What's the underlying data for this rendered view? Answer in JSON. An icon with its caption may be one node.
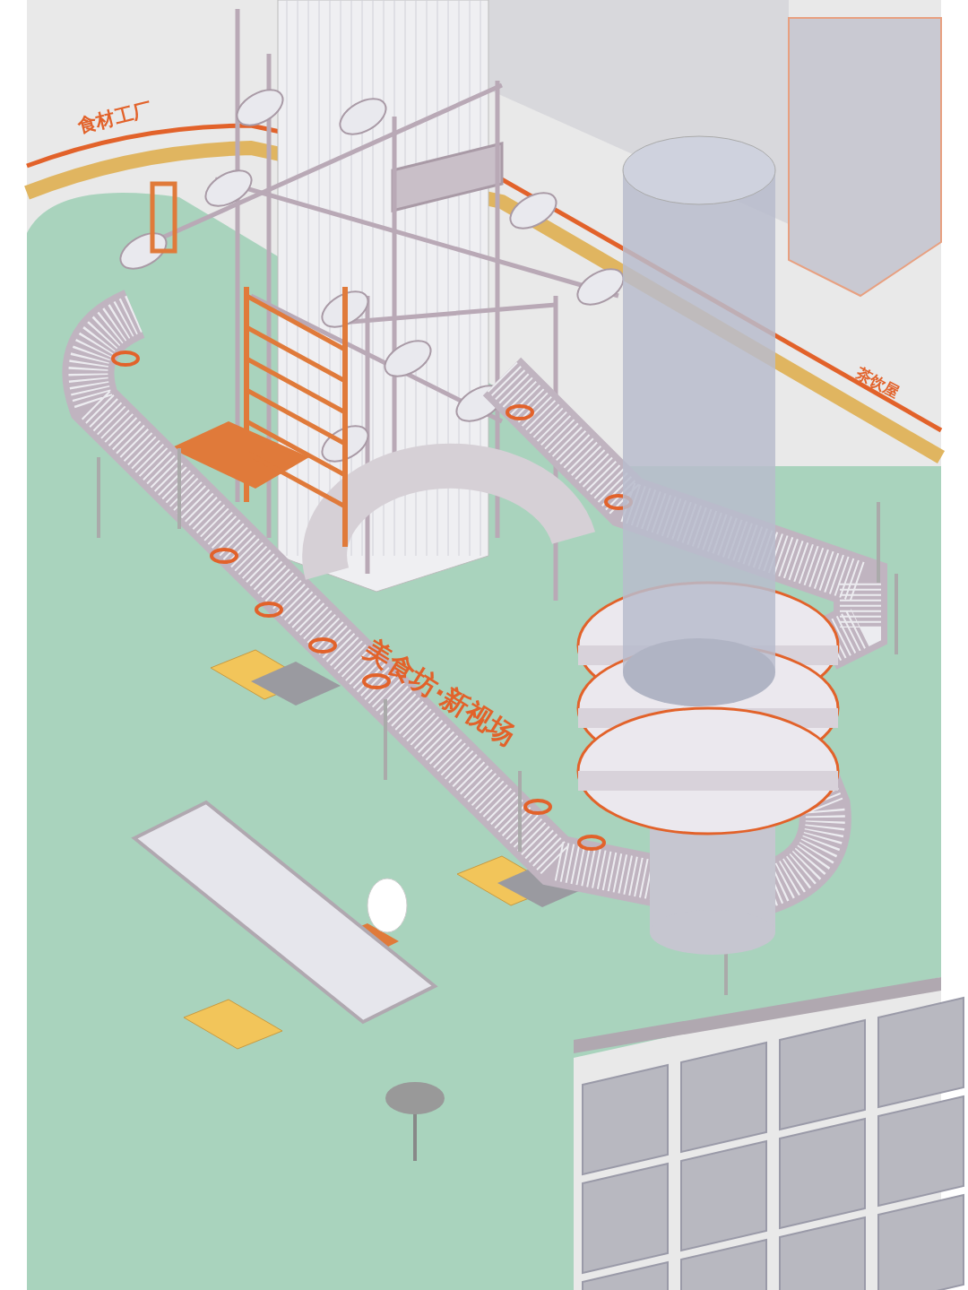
{
  "diagram": {
    "labels": [
      "食材工厂",
      "茶饮屋",
      "美食坊·新视场"
    ]
  }
}
